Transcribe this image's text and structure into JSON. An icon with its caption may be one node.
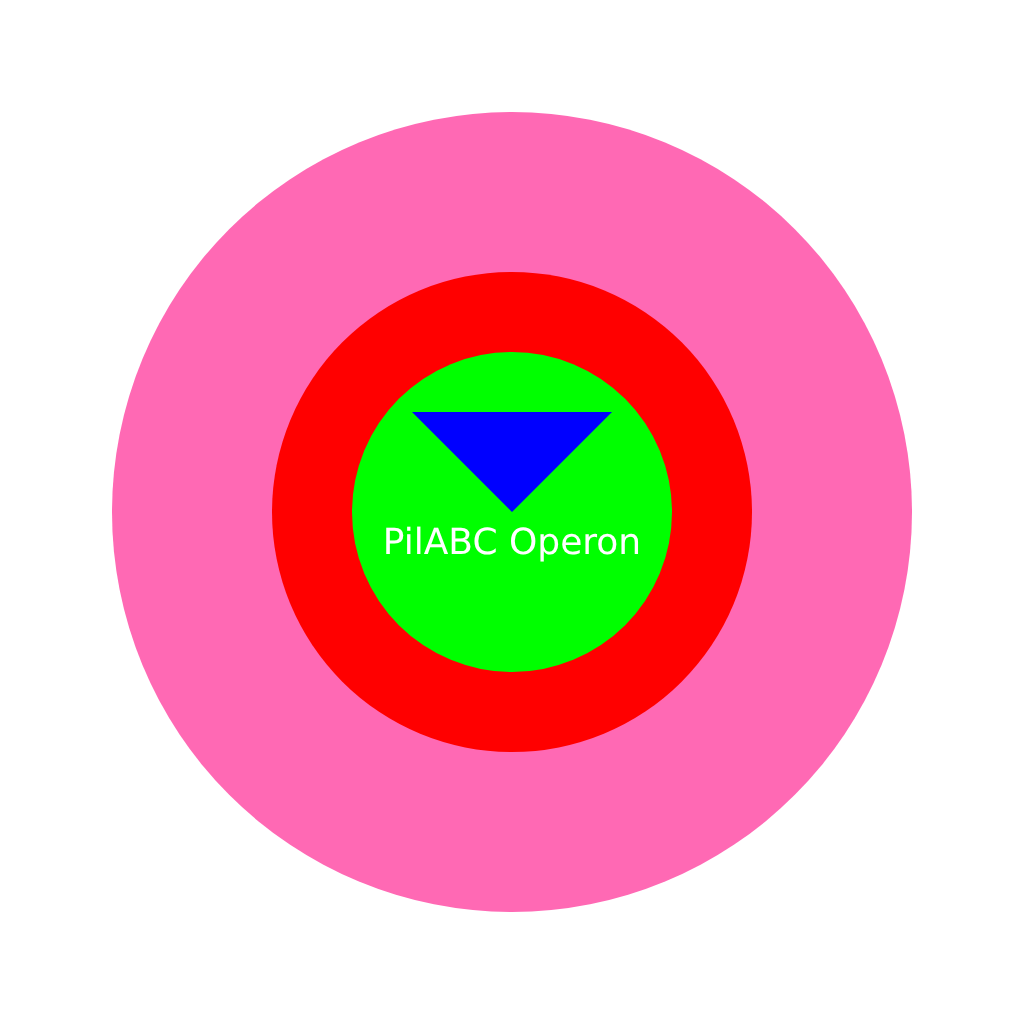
{
  "diagram": {
    "nodes": [
      {
        "text": [],
        "shape": "circle"
      },
      {
        "text": [],
        "shape": "circle",
        "in": 0
      },
      {
        "text": [
          "PilABC Operon"
        ],
        "in": 1
      },
      {
        "text": [],
        "shape": "triangle",
        "in": 2
      }
    ]
  }
}
